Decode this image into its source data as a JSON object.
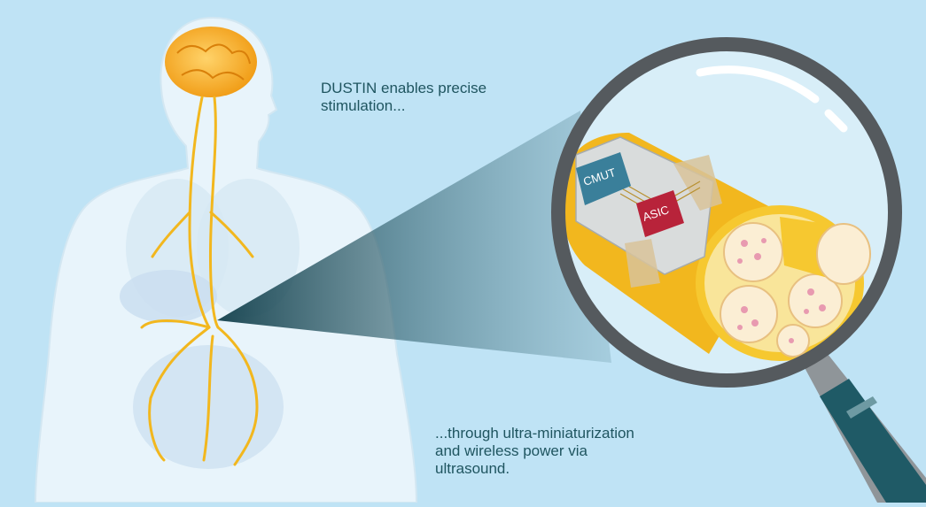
{
  "captions": {
    "top": [
      "DUSTIN enables precise",
      "stimulation..."
    ],
    "bottom": [
      "...through ultra-miniaturization",
      "and wireless power via",
      "ultrasound."
    ]
  },
  "chips": {
    "cmut": "CMUT",
    "asic": "ASIC"
  },
  "colors": {
    "background": "#bfe3f5",
    "text": "#1f5560",
    "nerve": "#f2b71e",
    "cmut": "#3a7f9a",
    "asic": "#b8233a",
    "lens_rim": "#555a5e",
    "handle": "#1f5a66"
  },
  "icons": {
    "brain": "brain-icon",
    "magnifier": "magnifying-glass-icon"
  }
}
